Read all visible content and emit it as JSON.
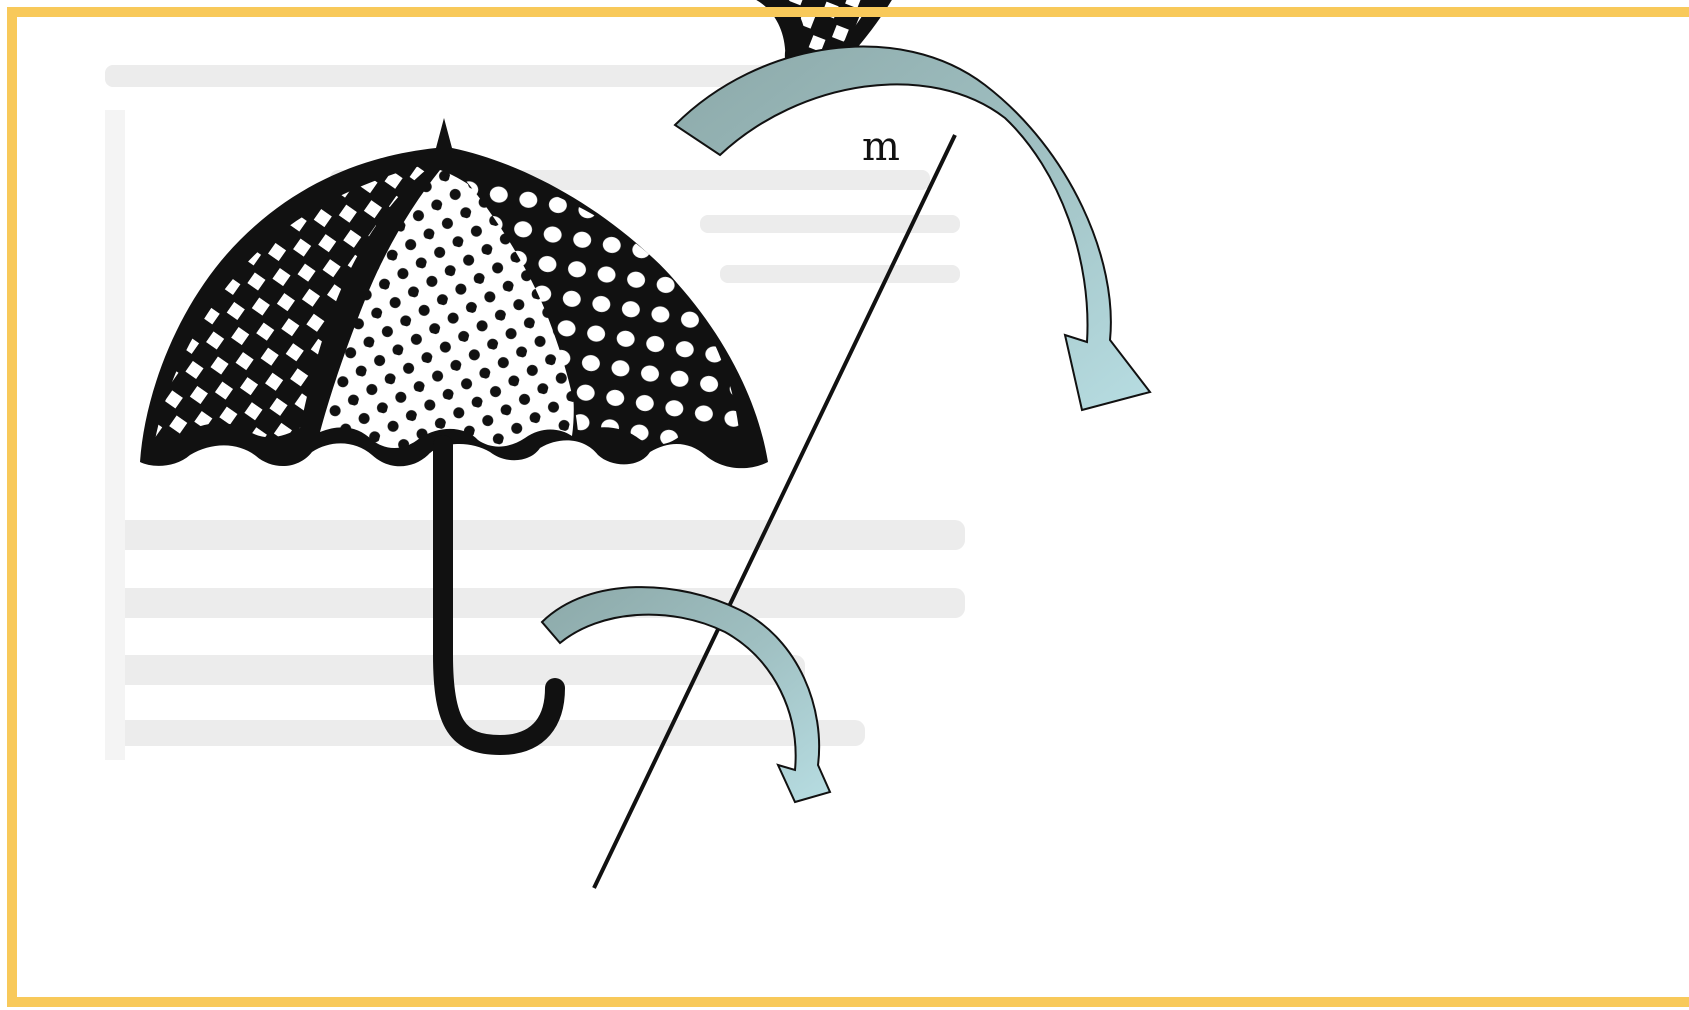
{
  "line_label": "m",
  "colors": {
    "frame": "#F8C95A",
    "arrow_dark": "#8CA9A9",
    "arrow_light": "#B7DDE2",
    "ink": "#111111",
    "paper": "#ffffff",
    "faint_text": "#ececec"
  },
  "icons": [
    "umbrella-original",
    "umbrella-reflected",
    "curved-arrow-large",
    "curved-arrow-small",
    "symmetry-line"
  ]
}
